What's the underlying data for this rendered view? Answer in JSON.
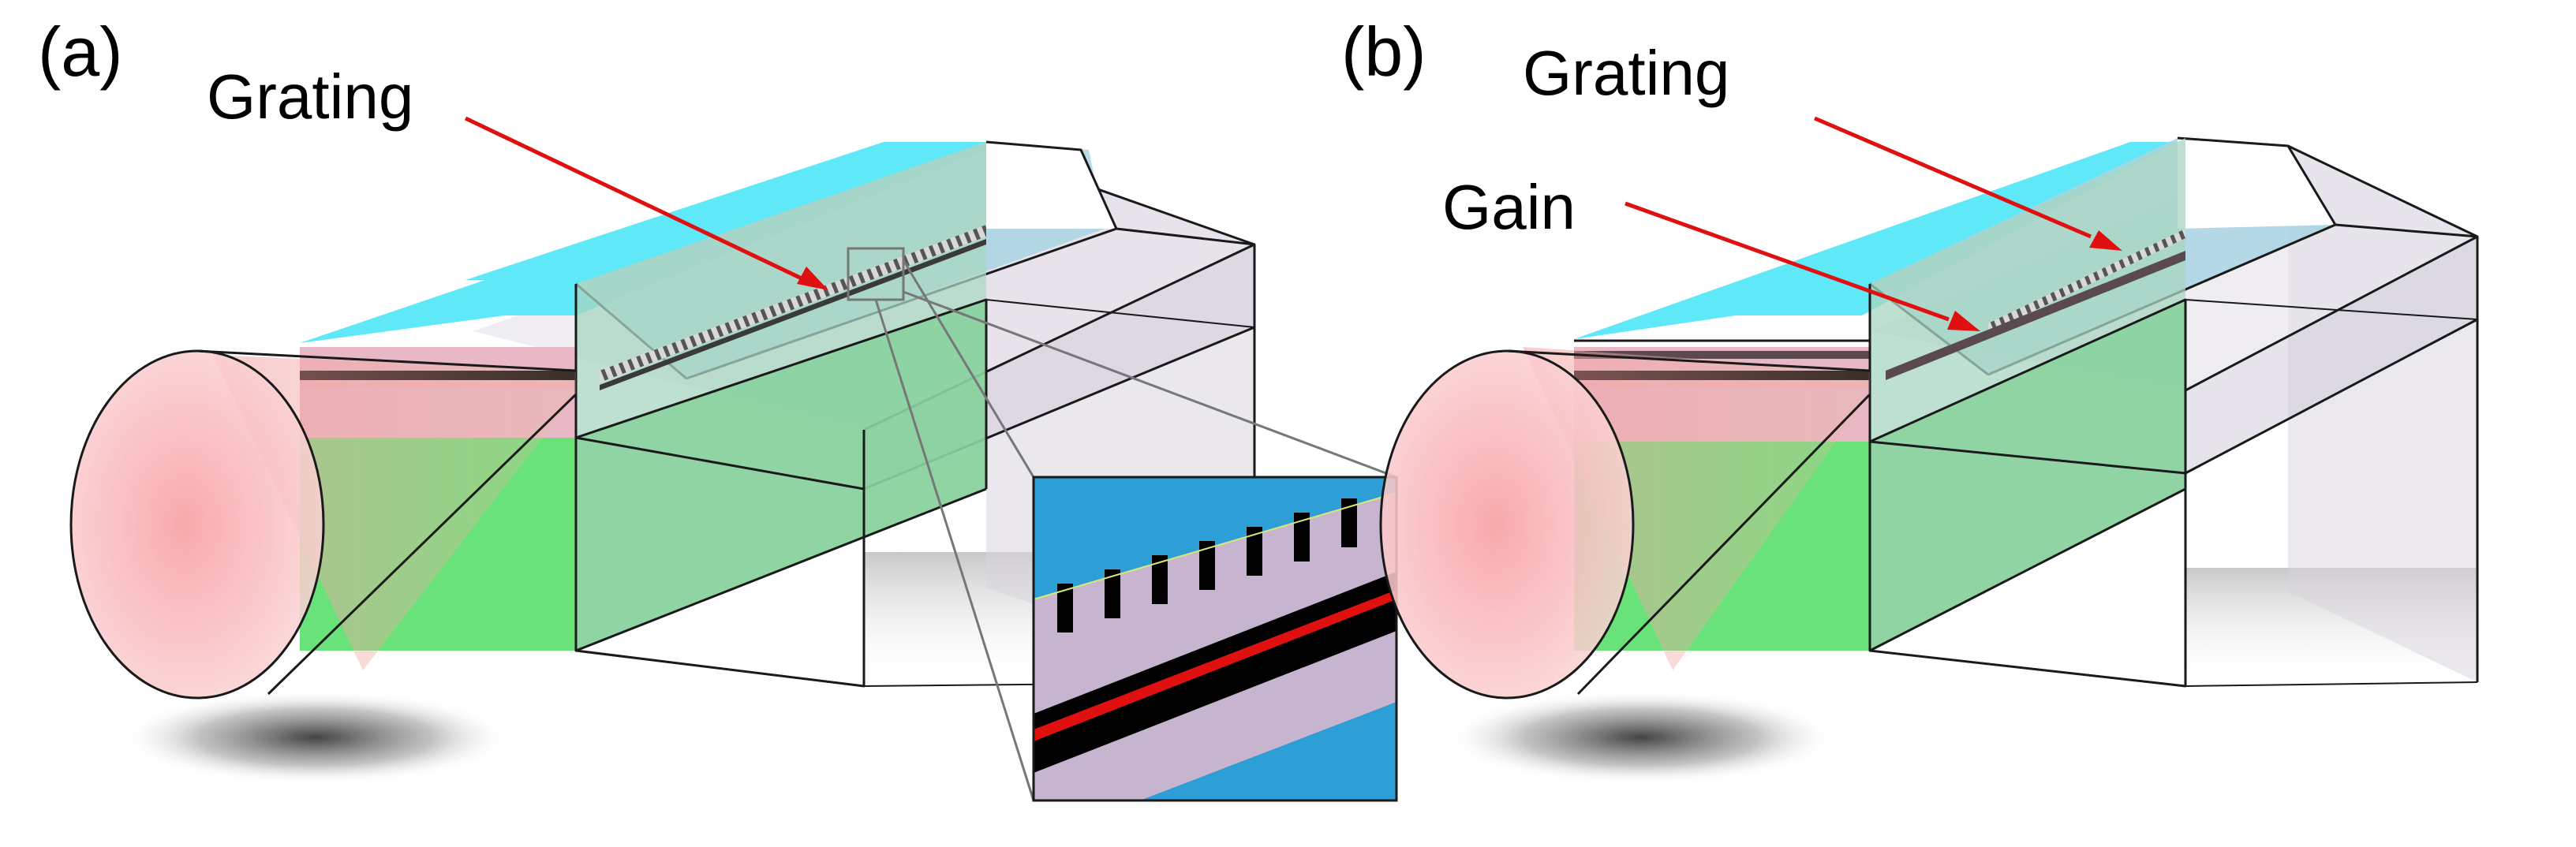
{
  "panels": [
    {
      "id": "a",
      "letter": "(a)",
      "callouts": [
        {
          "label": "Grating"
        }
      ],
      "has_zoom_inset": true
    },
    {
      "id": "b",
      "letter": "(b)",
      "callouts": [
        {
          "label": "Grating"
        },
        {
          "label": "Gain"
        }
      ],
      "has_zoom_inset": false
    }
  ],
  "colors": {
    "cladding_top": "#5ee8f8",
    "core_layer": "#e8c4d0",
    "substrate": "#6ae27a",
    "mode_cone": "#f6a8ac",
    "arrow": "#e01010",
    "box_glass": "#c9c2cf",
    "inset_blue": "#2e9fd6",
    "inset_mauve": "#c7b4ce",
    "inset_gain": "#e01010"
  },
  "icons": {
    "arrow": "red-arrow-icon",
    "mode_profile": "mode-cone-icon"
  }
}
